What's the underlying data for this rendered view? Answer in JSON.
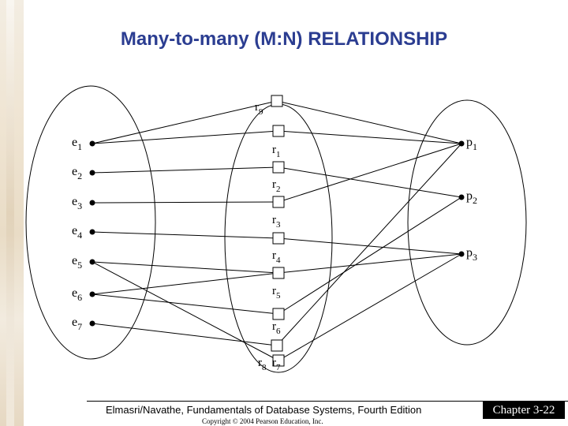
{
  "title": "Many-to-many (M:N) RELATIONSHIP",
  "entities_left": [
    "e1",
    "e2",
    "e3",
    "e4",
    "e5",
    "e6",
    "e7"
  ],
  "relationships": [
    "r9",
    "r1",
    "r2",
    "r3",
    "r4",
    "r5",
    "r6",
    "r8",
    "r7"
  ],
  "entities_right": [
    "p1",
    "p2",
    "p3"
  ],
  "links": [
    [
      "e1",
      "r1"
    ],
    [
      "e2",
      "r2"
    ],
    [
      "e3",
      "r3"
    ],
    [
      "e4",
      "r4"
    ],
    [
      "e5",
      "r5"
    ],
    [
      "e6",
      "r5"
    ],
    [
      "e7",
      "r8"
    ],
    [
      "e1",
      "r9"
    ],
    [
      "e6",
      "r6"
    ],
    [
      "e5",
      "r7"
    ],
    [
      "r9",
      "p1"
    ],
    [
      "r1",
      "p1"
    ],
    [
      "r2",
      "p2"
    ],
    [
      "r3",
      "p1"
    ],
    [
      "r4",
      "p3"
    ],
    [
      "r5",
      "p3"
    ],
    [
      "r6",
      "p2"
    ],
    [
      "r7",
      "p3"
    ],
    [
      "r8",
      "p1"
    ]
  ],
  "footer": {
    "book": "Elmasri/Navathe, Fundamentals of Database Systems, Fourth Edition",
    "copyright": "Copyright © 2004 Pearson Education, Inc.",
    "chapter": "Chapter 3-22"
  },
  "colors": {
    "title": "#2b3d91",
    "line": "#000000"
  }
}
